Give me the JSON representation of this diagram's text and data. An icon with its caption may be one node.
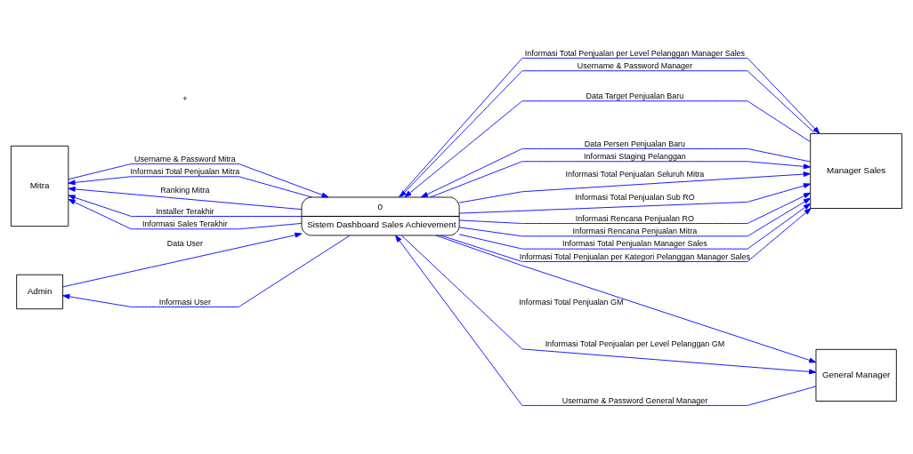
{
  "diagram": {
    "nodes": [
      {
        "text": [
          "Manager Sales"
        ]
      },
      {
        "text": [
          "Mitra"
        ]
      },
      {
        "text": [
          "0",
          "Sistem Dashboard Sales Achievement"
        ]
      },
      {
        "text": [
          "Admin"
        ]
      },
      {
        "text": [
          "General Manager"
        ]
      }
    ],
    "edges": [
      {
        "from": 2,
        "to": 0,
        "arrow": "to",
        "label": "Informasi Staging Pelanggan"
      },
      {
        "from": 2,
        "to": 0,
        "arrow": "to",
        "label": "Informasi Total Penjualan Seluruh Mitra"
      },
      {
        "from": 2,
        "to": 0,
        "arrow": "to",
        "label": "Informasi Total Penjualan Sub RO"
      },
      {
        "from": 2,
        "to": 0,
        "arrow": "to",
        "label": "Informasi Rencana Penjualan RO"
      },
      {
        "from": 2,
        "to": 0,
        "arrow": "to",
        "label": "Informasi Rencana Penjualan Mitra"
      },
      {
        "from": 0,
        "to": 2,
        "arrow": "to",
        "label": "Username & Password Manager"
      },
      {
        "from": 2,
        "to": 1,
        "arrow": "to",
        "label": "Informasi Total Penjualan Mitra"
      },
      {
        "from": 1,
        "to": 2,
        "arrow": "to",
        "label": "Username & Password Mitra"
      },
      {
        "from": 2,
        "to": 1,
        "arrow": "to",
        "label": "Ranking Mitra"
      },
      {
        "from": 2,
        "to": 1,
        "arrow": "to",
        "label": "Installer Terakhir"
      },
      {
        "from": 2,
        "to": 1,
        "arrow": "to",
        "label": "Informasi Sales Terakhir"
      },
      {
        "from": 0,
        "to": 2,
        "arrow": "to",
        "label": "Data Target Penjualan Baru"
      },
      {
        "from": 0,
        "to": 2,
        "arrow": "to",
        "label": "Data Persen Penjualan Baru"
      },
      {
        "from": 2,
        "to": 0,
        "arrow": "to",
        "label": "Informasi Total Penjualan Manager Sales"
      },
      {
        "from": 2,
        "to": 0,
        "arrow": "to",
        "label": "Informasi Total Penjualan per Kategori Pelanggan Manager Sales"
      },
      {
        "from": 2,
        "to": 0,
        "arrow": "to",
        "label": "Informasi Total Penjualan per Level Pelanggan Manager Sales"
      },
      {
        "from": 4,
        "to": 2,
        "arrow": "to",
        "label": "Username & Password General Manager"
      },
      {
        "from": 2,
        "to": 3,
        "arrow": "to",
        "label": "Informasi User"
      },
      {
        "from": 3,
        "to": 2,
        "arrow": "to",
        "label": "Data User"
      },
      {
        "from": 2,
        "to": 4,
        "arrow": "to",
        "label": "Informasi Total Penjualan GM"
      },
      {
        "from": 2,
        "to": 4,
        "arrow": "to",
        "label": "Informasi Total Penjualan per Level Pelanggan GM"
      }
    ],
    "labels": [
      "+"
    ]
  }
}
